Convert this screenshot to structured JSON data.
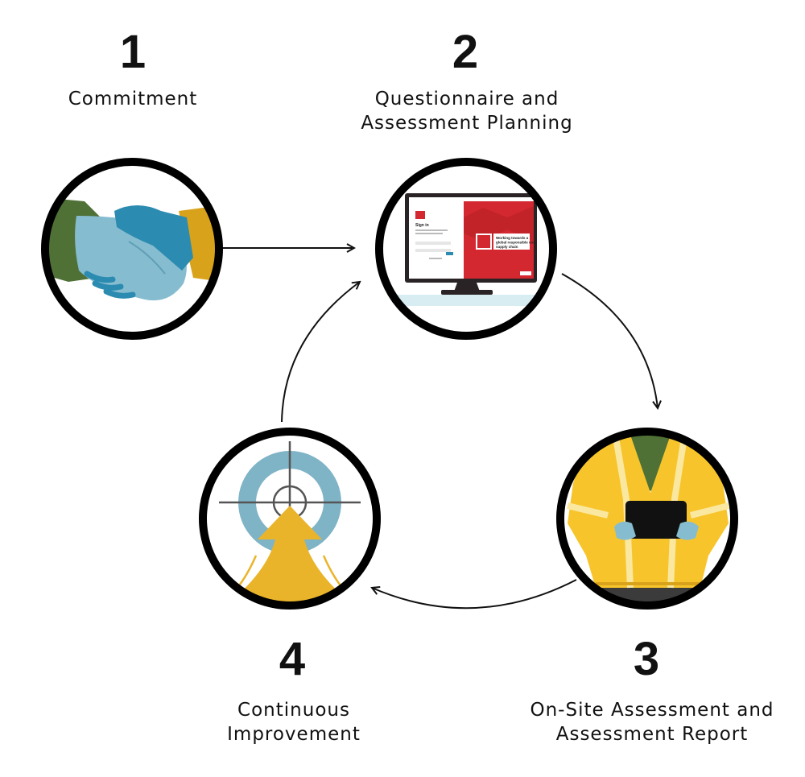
{
  "steps": [
    {
      "number": "1",
      "lines": [
        "Commitment"
      ],
      "icon": "handshake-icon"
    },
    {
      "number": "2",
      "lines": [
        "Questionnaire and",
        "Assessment Planning"
      ],
      "icon": "laptop-screen-icon"
    },
    {
      "number": "3",
      "lines": [
        "On-Site Assessment and",
        "Assessment Report"
      ],
      "icon": "safety-vest-tablet-icon"
    },
    {
      "number": "4",
      "lines": [
        "Continuous",
        "Improvement"
      ],
      "icon": "target-arrow-icon"
    }
  ],
  "screen": {
    "sign_in": "Sign in",
    "headline_lines": [
      "Working towards a",
      "global responsible coal",
      "supply chain"
    ]
  },
  "colors": {
    "green": "#4f7136",
    "glove_blue": "#86bcd0",
    "dark_blue": "#2b8bb0",
    "gold": "#d9a21b",
    "yellow": "#f7c52b",
    "red": "#d3282f",
    "target_blue": "#7fb3c6"
  }
}
